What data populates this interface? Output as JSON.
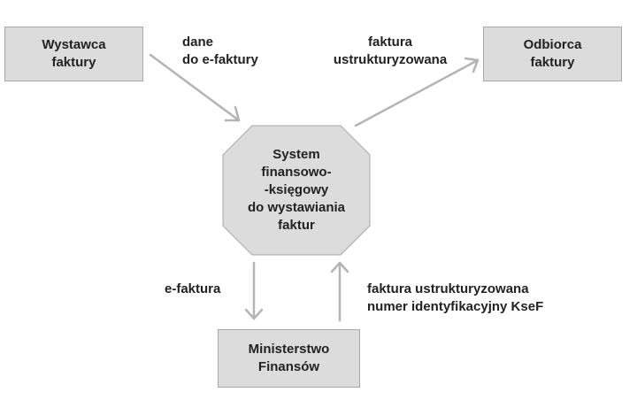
{
  "nodes": {
    "issuer": "Wystawca\nfaktury",
    "recipient": "Odbiorca\nfaktury",
    "system": "System\nfinansowo-\n-księgowy\ndo wystawiania\nfaktur",
    "ministry": "Ministerstwo\nFinansów"
  },
  "edges": {
    "issuer_to_system": "dane\ndo e-faktury",
    "system_to_recipient": "faktura\nustrukturyzowana",
    "system_to_ministry": "e-faktura",
    "ministry_to_system": "faktura ustrukturyzowana\nnumer identyfikacyjny KseF"
  },
  "colors": {
    "box_fill": "#dcdcdc",
    "box_border": "#a8a8a8",
    "arrow": "#b4b4b4",
    "text": "#222222"
  }
}
